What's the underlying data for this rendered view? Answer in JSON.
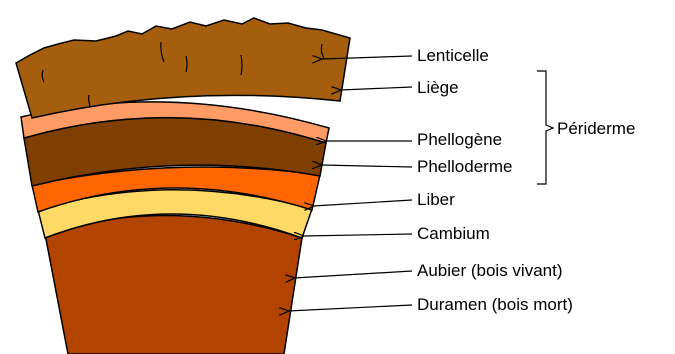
{
  "colors": {
    "bark": "#A55E0E",
    "bark_lines": "#5A3000",
    "liege": "#FF9C66",
    "phelloderme": "#7F3F00",
    "liber": "#FF6600",
    "cambium": "#FFD966",
    "duramen": "#B24400",
    "outline": "#000000"
  },
  "labels": {
    "lenticelle": "Lenticelle",
    "liege": "Liège",
    "phellogene": "Phellogène",
    "phelloderme": "Phelloderme",
    "liber": "Liber",
    "cambium": "Cambium",
    "aubier": "Aubier (bois vivant)",
    "duramen": "Duramen (bois mort)",
    "periderme": "Périderme"
  }
}
